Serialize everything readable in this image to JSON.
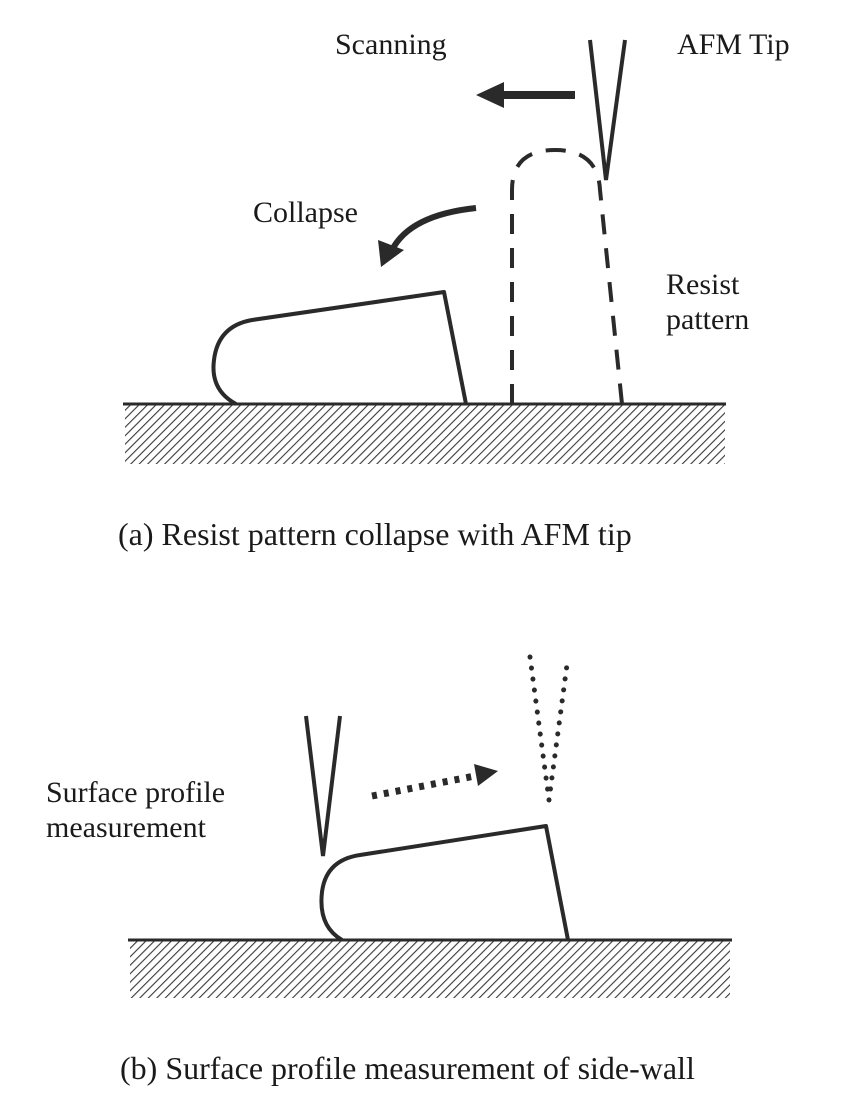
{
  "panel_a": {
    "label_scanning": "Scanning",
    "label_afm_tip": "AFM Tip",
    "label_collapse": "Collapse",
    "label_resist_line1": "Resist",
    "label_resist_line2": "pattern",
    "caption": "(a) Resist pattern collapse with AFM tip"
  },
  "panel_b": {
    "label_surface_line1": "Surface profile",
    "label_surface_line2": "measurement",
    "caption": "(b) Surface profile measurement of side-wall"
  },
  "colors": {
    "ink": "#2a2a2a",
    "hatch": "#3a3a3a",
    "background": "#ffffff"
  }
}
